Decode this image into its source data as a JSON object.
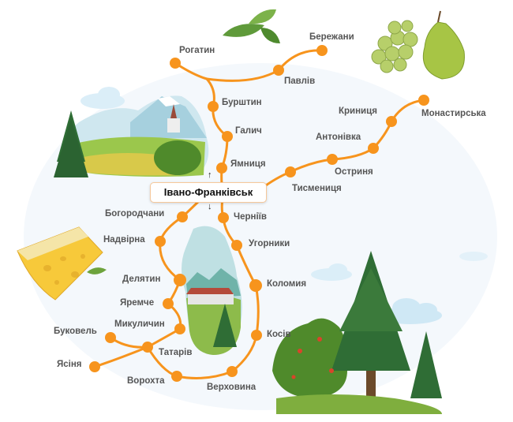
{
  "map": {
    "center_city": "Івано-Франківськ",
    "route_color": "#f7941d",
    "cities": {
      "rohatyn": "Рогатин",
      "berezhany": "Бережани",
      "pavliv": "Павлів",
      "burshtyn": "Бурштин",
      "halych": "Галич",
      "yamnytsia": "Ямниця",
      "tysmenytsia": "Тисмениця",
      "ostrynia": "Остриня",
      "antonivka": "Антонівка",
      "krynytsia": "Криниця",
      "monastyrska": "Монастирська",
      "bohorodchany": "Богородчани",
      "nadvirna": "Надвірна",
      "deliatyn": "Делятин",
      "yaremche": "Яремче",
      "mykulychyn": "Микуличин",
      "bukovel": "Буковель",
      "tatariv": "Татарів",
      "yasinia": "Ясіня",
      "vorokhta": "Ворохта",
      "verkhovyna": "Верховина",
      "kosiv": "Косів",
      "kolomyia": "Коломия",
      "uhornyky": "Угорники",
      "cherniiv": "Черніїв"
    }
  }
}
